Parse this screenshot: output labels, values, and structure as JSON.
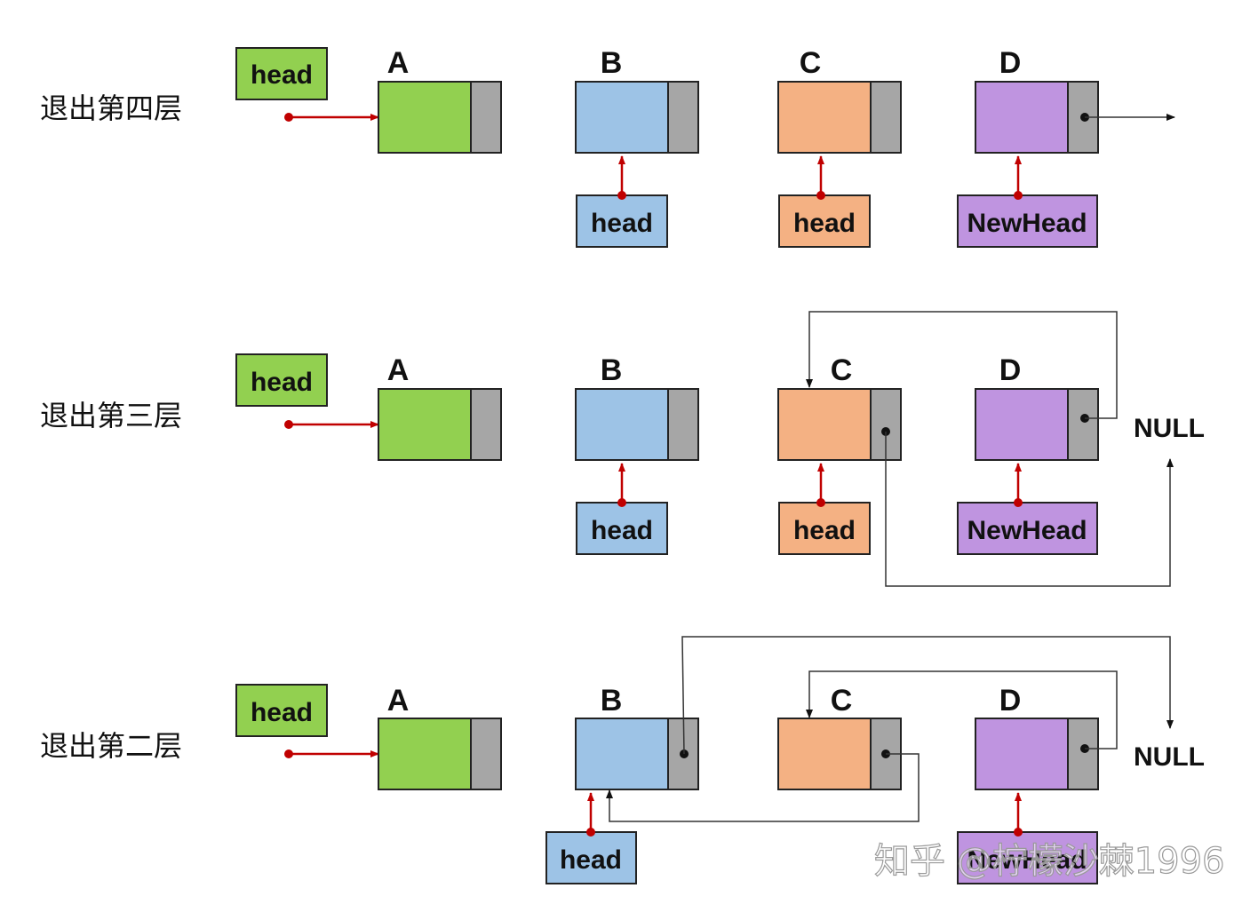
{
  "colors": {
    "A": "#92d050",
    "B": "#9dc3e6",
    "C": "#f4b183",
    "D": "#bf94e0",
    "pointer_cell": "#a6a6a6",
    "red_arrow": "#c00000"
  },
  "rows": [
    {
      "title": "退出第四层",
      "head_label": "head",
      "nodes": [
        "A",
        "B",
        "C",
        "D"
      ],
      "pointer_boxes": [
        {
          "label": "head",
          "node": "B"
        },
        {
          "label": "head",
          "node": "C"
        },
        {
          "label": "NewHead",
          "node": "D"
        }
      ],
      "null_label": ""
    },
    {
      "title": "退出第三层",
      "head_label": "head",
      "nodes": [
        "A",
        "B",
        "C",
        "D"
      ],
      "pointer_boxes": [
        {
          "label": "head",
          "node": "B"
        },
        {
          "label": "head",
          "node": "C"
        },
        {
          "label": "NewHead",
          "node": "D"
        }
      ],
      "null_label": "NULL"
    },
    {
      "title": "退出第二层",
      "head_label": "head",
      "nodes": [
        "A",
        "B",
        "C",
        "D"
      ],
      "pointer_boxes": [
        {
          "label": "head",
          "node": "B"
        },
        {
          "label": "NewHead",
          "node": "D"
        }
      ],
      "null_label": "NULL"
    }
  ],
  "watermark": "知乎 @柠檬沙棘1996"
}
